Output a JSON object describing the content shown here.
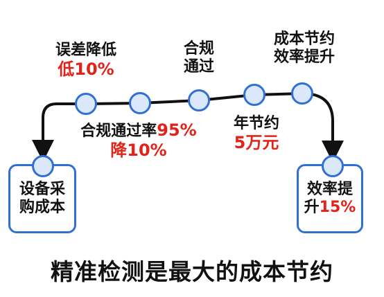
{
  "left_box": {
    "line1": "设备采",
    "line2": "购成本"
  },
  "right_box": {
    "line1": "效率提",
    "line2_prefix": "升",
    "line2_value": "15%"
  },
  "labels": {
    "error_reduction": {
      "top": "误差降低",
      "value": "低10%"
    },
    "compliance_pass": {
      "line1": "合规",
      "line2": "通过"
    },
    "cost_saving_efficiency": {
      "line1": "成本节约",
      "line2": "效率提升"
    },
    "compliance_rate": {
      "text": "合规通过率",
      "value": "95%",
      "sub": "降10%"
    },
    "annual_saving": {
      "top": "年节约",
      "value": "5万元"
    }
  },
  "title": "精准检测是最大的成本节约",
  "colors": {
    "accent_blue": "#2f6fd6",
    "highlight_red": "#e2231a",
    "node_fill": "#dbe8fb"
  }
}
